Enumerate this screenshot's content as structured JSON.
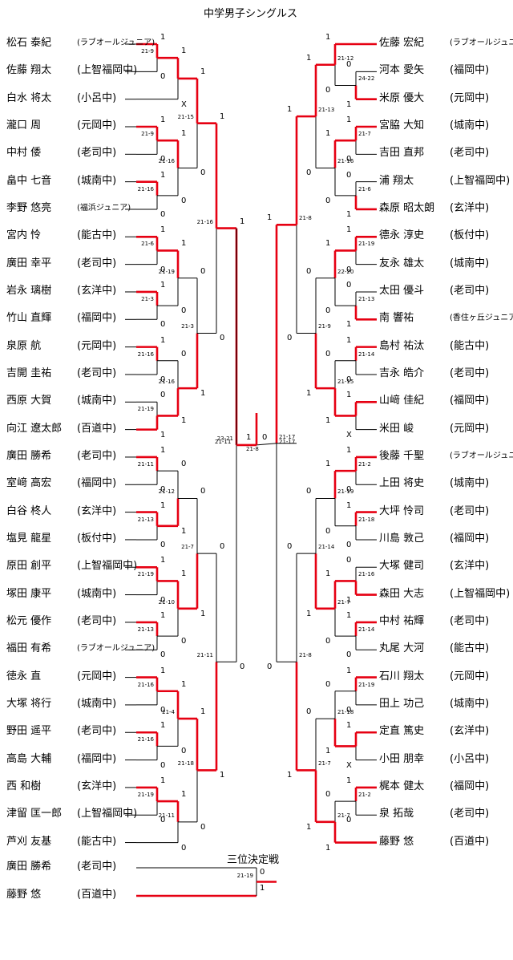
{
  "title": "中学男子シングルス",
  "third_place": {
    "title": "三位決定戦",
    "players": [
      {
        "name": "廣田 勝希",
        "team": "(老司中)"
      },
      {
        "name": "藤野 悠",
        "team": "(百道中)"
      }
    ],
    "score": "21-19",
    "results": [
      "0",
      "1"
    ]
  },
  "left_players": [
    {
      "name": "松石 泰紀",
      "team": "(ラブオールジュニア)"
    },
    {
      "name": "佐藤 翔太",
      "team": "(上智福岡中)"
    },
    {
      "name": "白水 将太",
      "team": "(小呂中)"
    },
    {
      "name": "瀧口 周",
      "team": "(元岡中)"
    },
    {
      "name": "中村 倭",
      "team": "(老司中)"
    },
    {
      "name": "畠中 七音",
      "team": "(城南中)"
    },
    {
      "name": "李野 悠亮",
      "team": "(福浜ジュニア)"
    },
    {
      "name": "宮内 怜",
      "team": "(能古中)"
    },
    {
      "name": "廣田 幸平",
      "team": "(老司中)"
    },
    {
      "name": "岩永 璃樹",
      "team": "(玄洋中)"
    },
    {
      "name": "竹山 直輝",
      "team": "(福岡中)"
    },
    {
      "name": "泉原 航",
      "team": "(元岡中)"
    },
    {
      "name": "吉開 圭祐",
      "team": "(老司中)"
    },
    {
      "name": "西原 大賀",
      "team": "(城南中)"
    },
    {
      "name": "向江 遼太郎",
      "team": "(百道中)"
    },
    {
      "name": "廣田 勝希",
      "team": "(老司中)"
    },
    {
      "name": "室﨑 高宏",
      "team": "(福岡中)"
    },
    {
      "name": "白谷 柊人",
      "team": "(玄洋中)"
    },
    {
      "name": "塩見 龍星",
      "team": "(板付中)"
    },
    {
      "name": "原田 創平",
      "team": "(上智福岡中)"
    },
    {
      "name": "塚田 康平",
      "team": "(城南中)"
    },
    {
      "name": "松元 優作",
      "team": "(老司中)"
    },
    {
      "name": "福田 有希",
      "team": "(ラブオールジュニア)"
    },
    {
      "name": "徳永 直",
      "team": "(元岡中)"
    },
    {
      "name": "大塚 将行",
      "team": "(城南中)"
    },
    {
      "name": "野田 遥平",
      "team": "(老司中)"
    },
    {
      "name": "高島 大輔",
      "team": "(福岡中)"
    },
    {
      "name": "西 和樹",
      "team": "(玄洋中)"
    },
    {
      "name": "津留 匡一郎",
      "team": "(上智福岡中)"
    },
    {
      "name": "芦刈 友基",
      "team": "(能古中)"
    }
  ],
  "right_players": [
    {
      "name": "佐藤 宏紀",
      "team": "(ラブオールジュニア)"
    },
    {
      "name": "河本 愛矢",
      "team": "(福岡中)"
    },
    {
      "name": "米原 優大",
      "team": "(元岡中)"
    },
    {
      "name": "宮脇 大知",
      "team": "(城南中)"
    },
    {
      "name": "吉田 直邦",
      "team": "(老司中)"
    },
    {
      "name": "浦 翔太",
      "team": "(上智福岡中)"
    },
    {
      "name": "森原 昭太朗",
      "team": "(玄洋中)"
    },
    {
      "name": "德永 淳史",
      "team": "(板付中)"
    },
    {
      "name": "友永 雄太",
      "team": "(城南中)"
    },
    {
      "name": "太田 優斗",
      "team": "(老司中)"
    },
    {
      "name": "南 響祐",
      "team": "(香住ヶ丘ジュニア)"
    },
    {
      "name": "島村 祐汰",
      "team": "(能古中)"
    },
    {
      "name": "吉永 皓介",
      "team": "(老司中)"
    },
    {
      "name": "山﨑 佳紀",
      "team": "(福岡中)"
    },
    {
      "name": "米田 峻",
      "team": "(元岡中)"
    },
    {
      "name": "後藤 千聖",
      "team": "(ラブオールジュニア)"
    },
    {
      "name": "上田 将史",
      "team": "(城南中)"
    },
    {
      "name": "大坪 怜司",
      "team": "(老司中)"
    },
    {
      "name": "川島 敦己",
      "team": "(福岡中)"
    },
    {
      "name": "大塚 健司",
      "team": "(玄洋中)"
    },
    {
      "name": "森田 大志",
      "team": "(上智福岡中)"
    },
    {
      "name": "中村 祐輝",
      "team": "(老司中)"
    },
    {
      "name": "丸尾 大河",
      "team": "(能古中)"
    },
    {
      "name": "石川 翔太",
      "team": "(元岡中)"
    },
    {
      "name": "田上 功己",
      "team": "(城南中)"
    },
    {
      "name": "定直 篤史",
      "team": "(玄洋中)"
    },
    {
      "name": "小田 朋幸",
      "team": "(小呂中)"
    },
    {
      "name": "梶本 健太",
      "team": "(福岡中)"
    },
    {
      "name": "泉 拓哉",
      "team": "(老司中)"
    },
    {
      "name": "藤野 悠",
      "team": "(百道中)"
    }
  ],
  "left_matches": [
    {
      "score": "21-9",
      "results": [
        "1",
        "0"
      ]
    },
    {
      "score": "",
      "results": [
        "1",
        "X"
      ]
    },
    {
      "score": "21-9",
      "results": [
        "1",
        "0"
      ]
    },
    {
      "score": "21-16",
      "results": [
        "1",
        "0"
      ]
    },
    {
      "score": "21-16",
      "results": [
        "1",
        "0"
      ]
    },
    {
      "score": "21-15",
      "results": [
        "1",
        "0"
      ]
    },
    {
      "score": "21-6",
      "results": [
        "1",
        "0"
      ]
    },
    {
      "score": "21-3",
      "results": [
        "1",
        "0"
      ]
    },
    {
      "score": "21-19",
      "results": [
        "1",
        "0"
      ]
    },
    {
      "score": "21-16",
      "results": [
        "1",
        "0"
      ]
    },
    {
      "score": "21-19",
      "results": [
        "0",
        "1"
      ]
    },
    {
      "score": "21-16",
      "results": [
        "0",
        "1"
      ]
    },
    {
      "score": "21-3",
      "results": [
        "0",
        "1"
      ]
    },
    {
      "score": "21-16",
      "results": [
        "1",
        "0"
      ]
    },
    {
      "score": "21-11",
      "results": [
        "1",
        "0"
      ]
    },
    {
      "score": "21-13",
      "results": [
        "1",
        "0"
      ]
    },
    {
      "score": "21-12",
      "results": [
        "0",
        "1"
      ]
    },
    {
      "score": "21-19",
      "results": [
        "1",
        "0"
      ]
    },
    {
      "score": "21-13",
      "results": [
        "1",
        "0"
      ]
    },
    {
      "score": "21-10",
      "results": [
        "1",
        "0"
      ]
    },
    {
      "score": "21-7",
      "results": [
        "0",
        "1"
      ]
    },
    {
      "score": "21-16",
      "results": [
        "1",
        "0"
      ]
    },
    {
      "score": "21-16",
      "results": [
        "1",
        "0"
      ]
    },
    {
      "score": "21-4",
      "results": [
        "1",
        "0"
      ]
    },
    {
      "score": "21-19",
      "results": [
        "1",
        "0"
      ]
    },
    {
      "score": "21-11",
      "results": [
        "1",
        "0"
      ]
    },
    {
      "score": "21-18",
      "results": [
        "1",
        "0"
      ]
    },
    {
      "score": "21-11",
      "results": [
        "0",
        "1"
      ]
    },
    {
      "score": "23-21",
      "results": [
        "1",
        "0"
      ]
    }
  ],
  "right_matches": [
    {
      "score": "24-22",
      "results": [
        "0",
        "1"
      ]
    },
    {
      "score": "21-12",
      "results": [
        "1",
        "0"
      ]
    },
    {
      "score": "21-7",
      "results": [
        "1",
        "0"
      ]
    },
    {
      "score": "21-6",
      "results": [
        "0",
        "1"
      ]
    },
    {
      "score": "21-16",
      "results": [
        "1",
        "0"
      ]
    },
    {
      "score": "21-13",
      "results": [
        "1",
        "0"
      ]
    },
    {
      "score": "21-19",
      "results": [
        "1",
        "0"
      ]
    },
    {
      "score": "21-13",
      "results": [
        "0",
        "1"
      ]
    },
    {
      "score": "22-20",
      "results": [
        "1",
        "0"
      ]
    },
    {
      "score": "21-14",
      "results": [
        "1",
        "0"
      ]
    },
    {
      "score": "",
      "results": [
        "1",
        "X"
      ]
    },
    {
      "score": "21-15",
      "results": [
        "0",
        "1"
      ]
    },
    {
      "score": "21-9",
      "results": [
        "0",
        "1"
      ]
    },
    {
      "score": "21-8",
      "results": [
        "1",
        "0"
      ]
    },
    {
      "score": "21-2",
      "results": [
        "1",
        "0"
      ]
    },
    {
      "score": "21-18",
      "results": [
        "1",
        "0"
      ]
    },
    {
      "score": "21-19",
      "results": [
        "1",
        "0"
      ]
    },
    {
      "score": "21-16",
      "results": [
        "0",
        "1"
      ]
    },
    {
      "score": "21-14",
      "results": [
        "1",
        "0"
      ]
    },
    {
      "score": "21-7",
      "results": [
        "1",
        "0"
      ]
    },
    {
      "score": "21-14",
      "results": [
        "0",
        "1"
      ]
    },
    {
      "score": "21-19",
      "results": [
        "1",
        "0"
      ]
    },
    {
      "score": "",
      "results": [
        "1",
        "X"
      ]
    },
    {
      "score": "21-18",
      "results": [
        "0",
        "1"
      ]
    },
    {
      "score": "21-2",
      "results": [
        "1",
        "0"
      ]
    },
    {
      "score": "21-7",
      "results": [
        "0",
        "1"
      ]
    },
    {
      "score": "21-7",
      "results": [
        "0",
        "1"
      ]
    },
    {
      "score": "21-8",
      "results": [
        "0",
        "1"
      ]
    },
    {
      "score": "21-17",
      "results": [
        "1",
        "0"
      ]
    }
  ],
  "final": {
    "score": "21-8",
    "results": [
      "1",
      "0"
    ]
  },
  "semi_left": {
    "score": "21-11"
  },
  "semi_right": {
    "score": "21-17"
  }
}
